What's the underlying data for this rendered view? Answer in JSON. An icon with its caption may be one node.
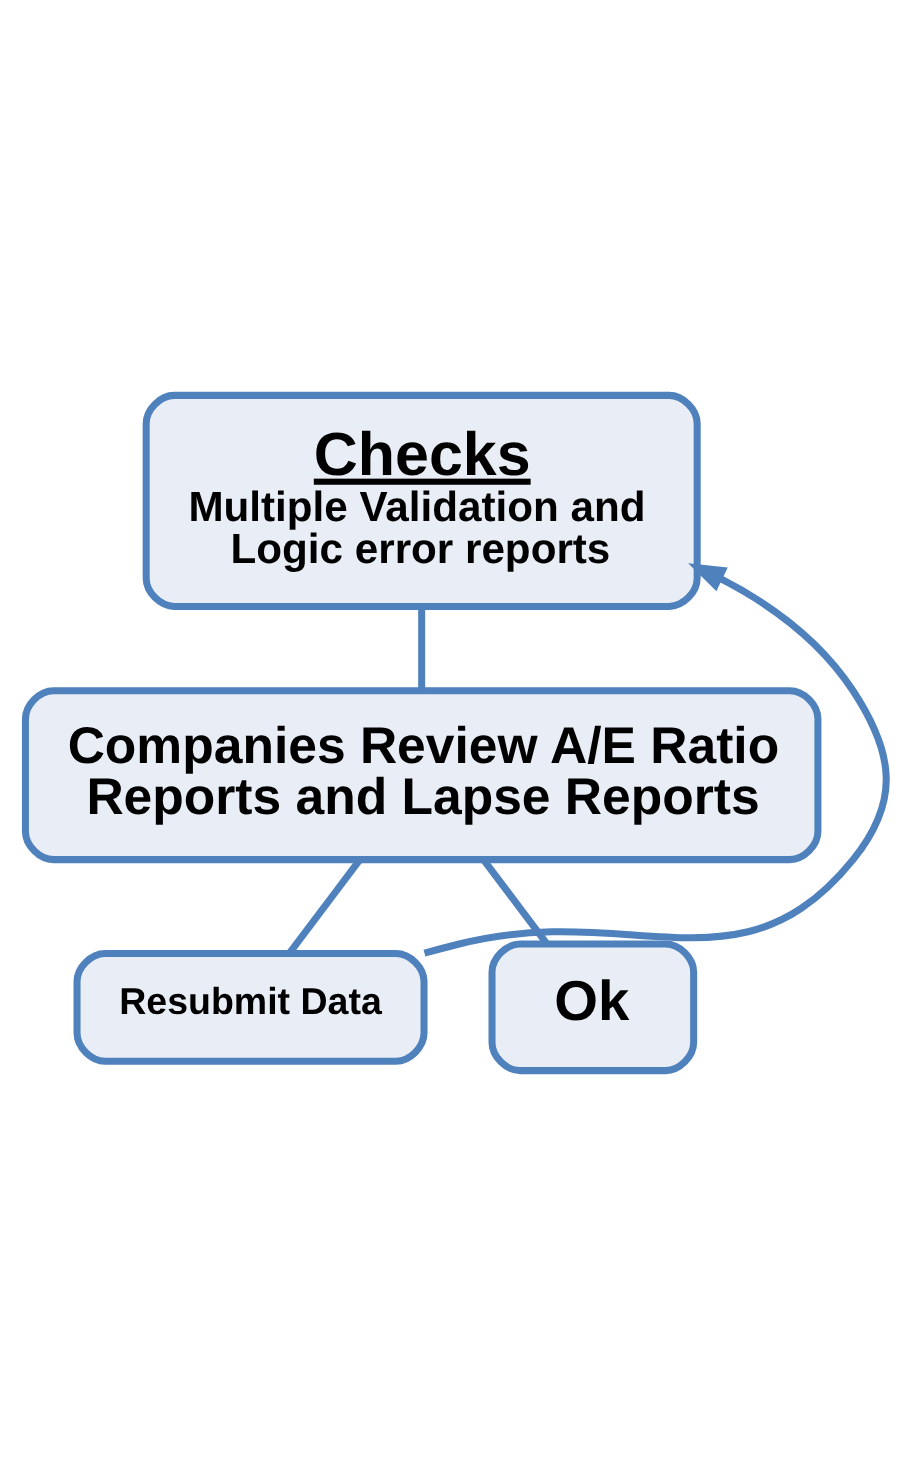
{
  "diagram": {
    "nodes": [
      {
        "text": [
          "Checks",
          "Multiple Validation and Logic error reports"
        ]
      },
      {
        "text": [
          "Companies Review A/E Ratio Reports and Lapse Reports"
        ]
      },
      {
        "text": [
          "Resubmit Data"
        ]
      },
      {
        "text": [
          "Ok"
        ]
      }
    ],
    "edges": [
      {
        "from": 0,
        "to": 1,
        "arrow": "none"
      },
      {
        "from": 1,
        "to": 2,
        "arrow": "none"
      },
      {
        "from": 1,
        "to": 3,
        "arrow": "none"
      },
      {
        "from": 2,
        "to": 0,
        "arrow": "to"
      }
    ]
  }
}
